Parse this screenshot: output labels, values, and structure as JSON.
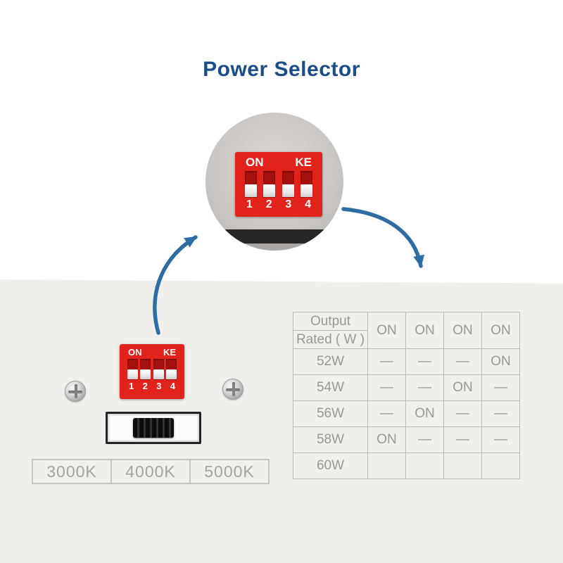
{
  "title": "Power Selector",
  "colors": {
    "title_blue": "#1b4d8a",
    "arrow_blue": "#2e6da4",
    "dip_red": "#e2231c"
  },
  "dip_switch": {
    "on_label": "ON",
    "ke_label": "KE",
    "numbers": [
      "1",
      "2",
      "3",
      "4"
    ]
  },
  "panel": {
    "color_temps": [
      "3000K",
      "4000K",
      "5000K"
    ]
  },
  "table": {
    "header": {
      "line1": "Output",
      "line2": "Rated ( W )"
    },
    "switch_columns": [
      "ON",
      "ON",
      "ON",
      "ON"
    ],
    "rows": [
      {
        "label": "52W",
        "cells": [
          "—",
          "—",
          "—",
          "ON"
        ]
      },
      {
        "label": "54W",
        "cells": [
          "—",
          "—",
          "ON",
          "—"
        ]
      },
      {
        "label": "56W",
        "cells": [
          "—",
          "ON",
          "—",
          "—"
        ]
      },
      {
        "label": "58W",
        "cells": [
          "ON",
          "—",
          "—",
          "—"
        ]
      },
      {
        "label": "60W",
        "cells": [
          "",
          "",
          "",
          ""
        ]
      }
    ]
  }
}
